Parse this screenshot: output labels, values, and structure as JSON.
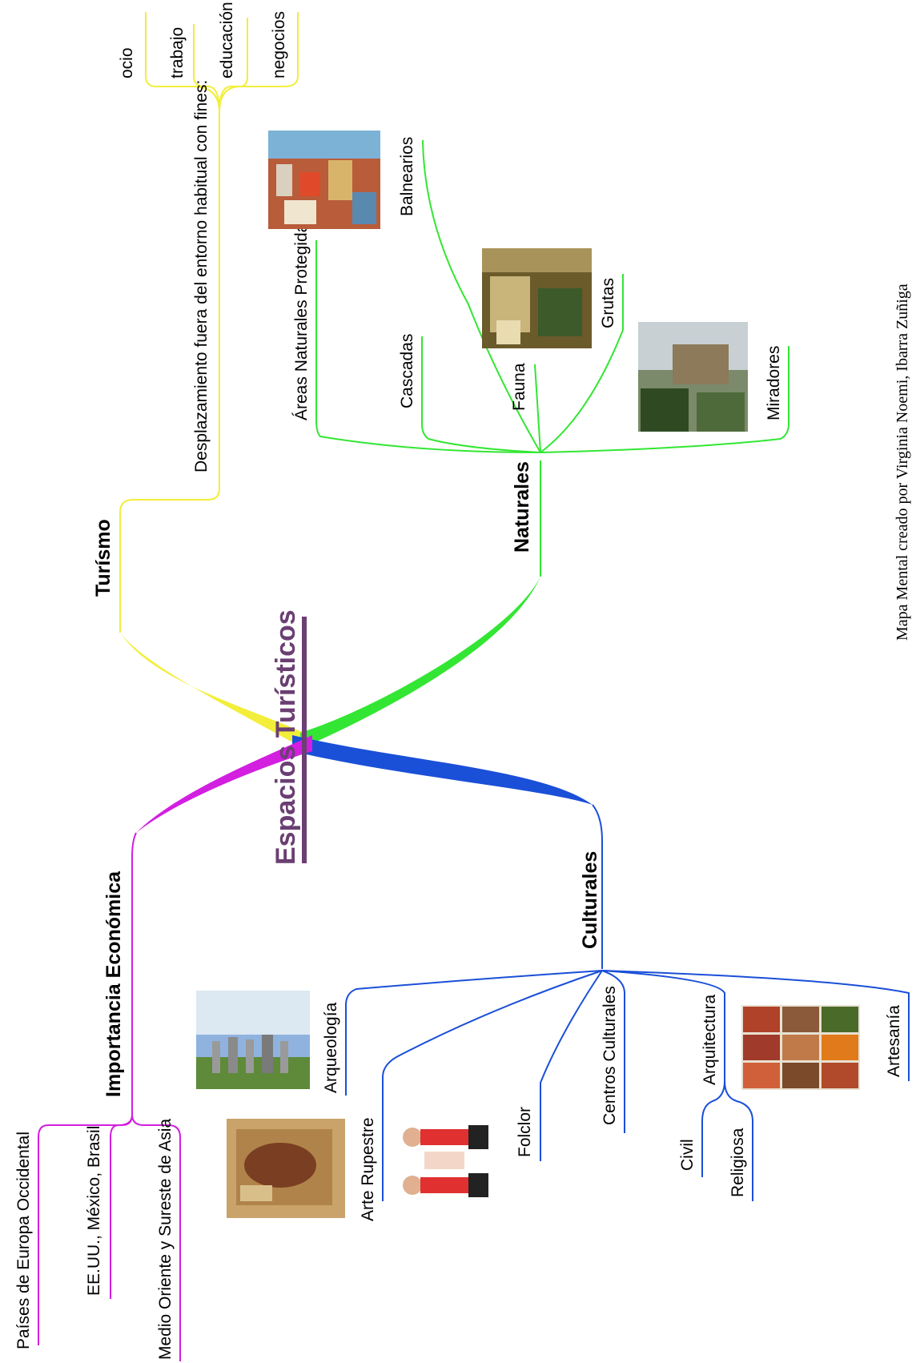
{
  "center": {
    "title": "Espacios Turísticos",
    "color": "#6b3f73"
  },
  "branches": {
    "turismo": {
      "label": "Turísmo",
      "color": "#f2ee3a",
      "sub": "Desplazamiento fuera del entorno habitual con fines:",
      "leaves": [
        "ocio",
        "trabajo",
        "educación",
        "negocios"
      ]
    },
    "naturales": {
      "label": "Naturales",
      "color": "#33e633",
      "leaves": [
        "Áreas Naturales Protegidas",
        "Balnearios",
        "Cascadas",
        "Fauna",
        "Grutas",
        "Miradores"
      ]
    },
    "culturales": {
      "label": "Culturales",
      "color": "#1a4fd8",
      "leaves": [
        "Arqueología",
        "Arte Rupestre",
        "Folclor",
        "Centros Culturales",
        "Arquitectura",
        "Civil",
        "Religiosa",
        "Artesanía"
      ]
    },
    "economica": {
      "label": "Importancia Económica",
      "color": "#d21fe0",
      "leaves": [
        "Países de Europa Occidental",
        "EE.UU., México, Brasil",
        "Medio Oriente y Sureste de Asia"
      ]
    }
  },
  "credit": "Mapa Mental creado por Virginia Noemi, Ibarra Zuñiga"
}
